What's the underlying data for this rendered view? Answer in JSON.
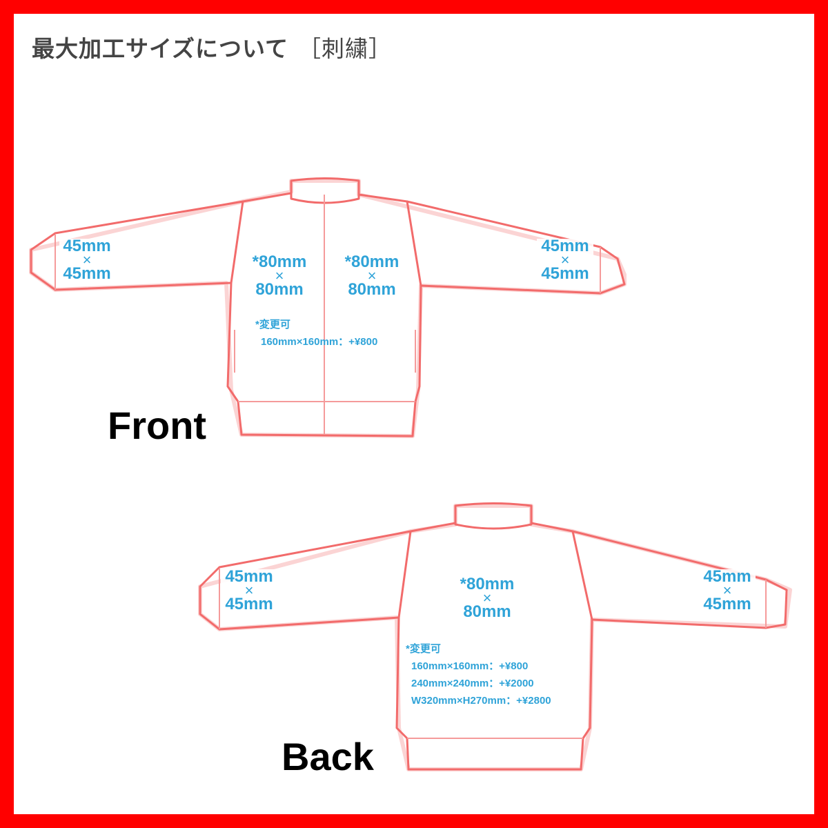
{
  "title": "最大加工サイズについて",
  "subtitle": "［刺繍］",
  "front": {
    "view_label": "Front",
    "left_sleeve": {
      "w": "45mm",
      "x": "×",
      "h": "45mm"
    },
    "right_sleeve": {
      "w": "45mm",
      "x": "×",
      "h": "45mm"
    },
    "left_chest": {
      "w": "*80mm",
      "x": "×",
      "h": "80mm"
    },
    "right_chest": {
      "w": "*80mm",
      "x": "×",
      "h": "80mm"
    },
    "note": {
      "heading": "*変更可",
      "options": [
        "160mm×160mm：+¥800"
      ]
    }
  },
  "back": {
    "view_label": "Back",
    "left_sleeve": {
      "w": "45mm",
      "x": "×",
      "h": "45mm"
    },
    "right_sleeve": {
      "w": "45mm",
      "x": "×",
      "h": "45mm"
    },
    "center": {
      "w": "*80mm",
      "x": "×",
      "h": "80mm"
    },
    "note": {
      "heading": "*変更可",
      "options": [
        "160mm×160mm：+¥800",
        "240mm×240mm：+¥2000",
        "W320mm×H270mm：+¥2800"
      ]
    }
  },
  "colors": {
    "frame": "#ff0000",
    "garment_outline": "#f26b6b",
    "label": "#2fa3d8",
    "title": "#444444"
  }
}
